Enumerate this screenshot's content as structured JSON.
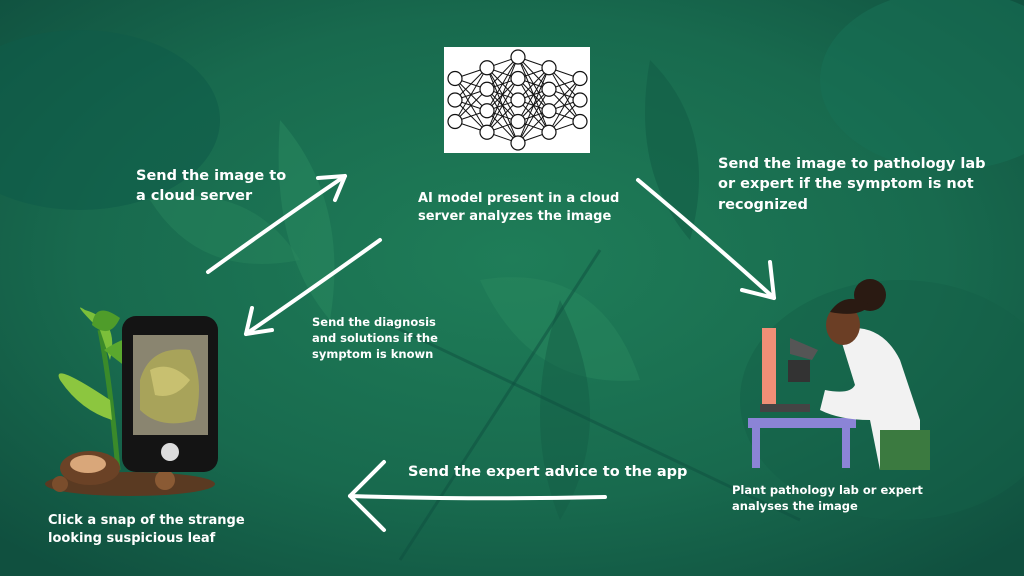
{
  "steps": {
    "send_to_cloud": "Send the image to a cloud server",
    "ai_model": "AI model present in a cloud server analyzes the  image",
    "send_to_lab": "Send the image to pathology lab or expert  if the symptom is not recognized",
    "diagnosis_back": "Send the diagnosis and solutions if the symptom is known",
    "lab_analyses": "Plant pathology lab or expert analyses the image",
    "expert_advice": "Send the expert advice to the app",
    "snap_leaf": "Click a snap of the strange looking suspicious leaf"
  },
  "colors": {
    "bg_dark": "#0f4f3f",
    "bg_mid": "#1d7a55",
    "arrow": "#ffffff"
  },
  "neural_network": {
    "layers": [
      3,
      4,
      5,
      4,
      3
    ]
  }
}
